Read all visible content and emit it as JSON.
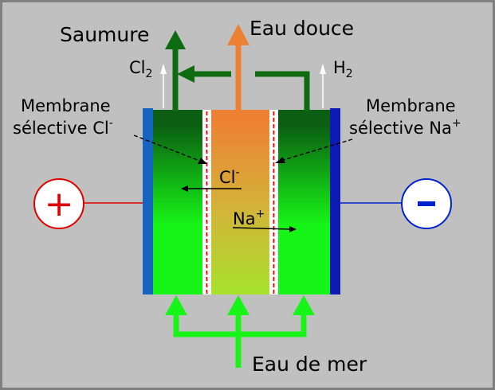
{
  "labels": {
    "saumure": "Saumure",
    "eau_douce": "Eau douce",
    "eau_de_mer": "Eau de mer",
    "cl2_base": "Cl",
    "cl2_sub": "2",
    "h2_base": "H",
    "h2_sub": "2",
    "membrane_left_line1": "Membrane",
    "membrane_left_line2": "sélective Cl",
    "membrane_left_sup": "-",
    "membrane_right_line1": "Membrane",
    "membrane_right_line2": "sélective Na",
    "membrane_right_sup": "+",
    "ion_cl_base": "Cl",
    "ion_cl_sup": "-",
    "ion_na_base": "Na",
    "ion_na_sup": "+",
    "anode_symbol": "+",
    "cathode_symbol": "–"
  },
  "colors": {
    "background": "#c0c0c0",
    "border": "#7f7f7f",
    "outer_cell_top": "#0b5e12",
    "outer_cell_bottom": "#17f417",
    "center_cell_top": "#ee8034",
    "center_cell_bottom": "#a7e22b",
    "anode": "#1565c0",
    "cathode": "#0d1bb4",
    "saumure_arrow": "#0e6b12",
    "eau_douce_arrow": "#ee8034",
    "eau_de_mer_arrow": "#17f417",
    "plus_circle": "#e00000",
    "minus_circle": "#0022cc"
  }
}
